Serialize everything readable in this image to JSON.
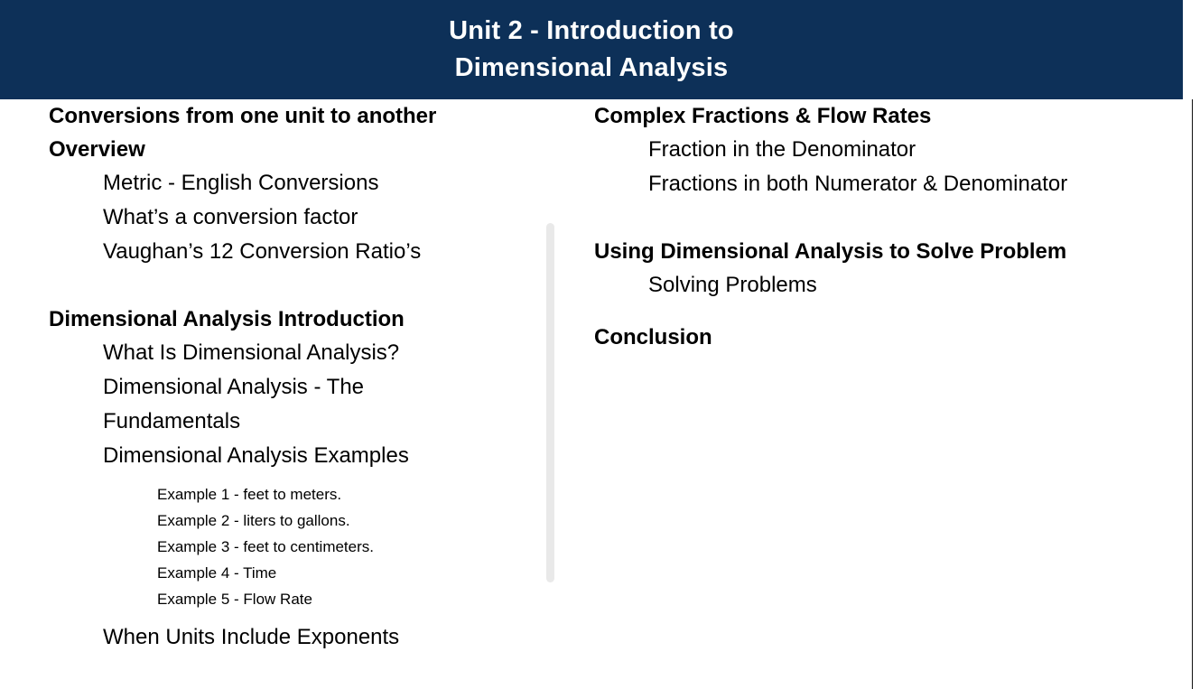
{
  "header": {
    "background_color": "#0d3058",
    "text_color": "#ffffff",
    "title_line_1": "Unit 2 - Introduction to",
    "title_line_2": "Dimensional Analysis"
  },
  "divider": {
    "color": "#e9e9e9"
  },
  "outline": {
    "left_column": [
      {
        "level": 1,
        "text": "Conversions from one unit to another"
      },
      {
        "level": 1,
        "text": "Overview"
      },
      {
        "level": 2,
        "text": "Metric - English Conversions"
      },
      {
        "level": 2,
        "text": "What’s a conversion factor"
      },
      {
        "level": 2,
        "text": "Vaughan’s 12 Conversion Ratio’s"
      },
      {
        "level": 1,
        "text": "Dimensional Analysis Introduction"
      },
      {
        "level": 2,
        "text": "What Is Dimensional Analysis?"
      },
      {
        "level": 2,
        "text": "Dimensional Analysis - The"
      },
      {
        "level": 2,
        "text": "Fundamentals"
      },
      {
        "level": 2,
        "text": "Dimensional Analysis Examples"
      },
      {
        "level": 3,
        "text": "Example 1 - feet to meters."
      },
      {
        "level": 3,
        "text": "Example 2 - liters to gallons."
      },
      {
        "level": 3,
        "text": "Example 3 - feet to centimeters."
      },
      {
        "level": 3,
        "text": "Example 4 - Time"
      },
      {
        "level": 3,
        "text": "Example 5 - Flow Rate"
      },
      {
        "level": 2,
        "text": "When Units Include Exponents"
      }
    ],
    "right_column": [
      {
        "level": 1,
        "text": "Complex Fractions & Flow Rates"
      },
      {
        "level": 2,
        "text": "Fraction in the Denominator"
      },
      {
        "level": 2,
        "text": "Fractions in both Numerator & Denominator"
      },
      {
        "level": 1,
        "text": "Using Dimensional Analysis to Solve Problem"
      },
      {
        "level": 2,
        "text": "Solving Problems"
      },
      {
        "level": 1,
        "text": "Conclusion"
      }
    ]
  }
}
